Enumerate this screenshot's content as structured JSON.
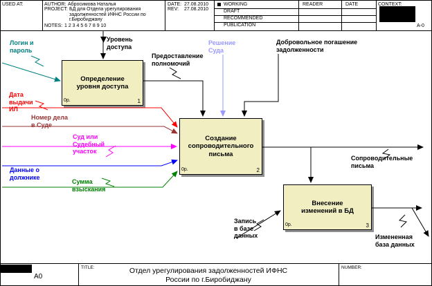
{
  "kit_header": {
    "used_at_label": "USED AT:",
    "author_label": "AUTHOR:",
    "author": "Абросимова Наталья",
    "project_label": "PROJECT:",
    "project": "БД для Отдела урегулирования\nзадолженностей ИФНС России по\nг.Биробиджану",
    "notes_label": "NOTES:",
    "notes": "1 2 3 4 5 6 7 8 9 10",
    "date_label": "DATE:",
    "date": "27.08.2010",
    "rev_label": "REV:",
    "rev": "27.08.2010",
    "statuses": [
      "WORKING",
      "DRAFT",
      "RECOMMENDED",
      "PUBLICATION"
    ],
    "reader_label": "READER",
    "reader_date_label": "DATE",
    "context_label": "CONTEXT:",
    "context_ref": "A-0"
  },
  "diagram": {
    "boxes": [
      {
        "title": "Определение\nуровня доступа",
        "cost": "0р.",
        "number": "1"
      },
      {
        "title": "Создание\nсопроводительного\nписьма",
        "cost": "0р.",
        "number": "2"
      },
      {
        "title": "Внесение\nизменений в БД",
        "cost": "0р.",
        "number": "3"
      }
    ],
    "arrow_labels": [
      {
        "id": "login-password",
        "text": "Логин и\nпароль",
        "color": "#008080"
      },
      {
        "id": "access-level",
        "text": "Уровень\nдоступа",
        "color": "#000000"
      },
      {
        "id": "granting-authority",
        "text": "Предоставление\nполномочий",
        "color": "#000000"
      },
      {
        "id": "court-decision",
        "text": "Решение\nСуда",
        "color": "#9999FF"
      },
      {
        "id": "voluntary-repayment",
        "text": "Добровольное погашение\nзадолженности",
        "color": "#000000"
      },
      {
        "id": "writ-issue-date",
        "text": "Дата\nвыдачи\nИЛ",
        "color": "#FF0000"
      },
      {
        "id": "court-case-number",
        "text": "Номер дела\nв Суде",
        "color": "#993333"
      },
      {
        "id": "court-or-district",
        "text": "Суд или\nСудебный\nучасток",
        "color": "#FF00FF"
      },
      {
        "id": "debtor-data",
        "text": "Данные о\nдолжнике",
        "color": "#0000FF"
      },
      {
        "id": "recovery-amount",
        "text": "Сумма\nвзыскания",
        "color": "#008000"
      },
      {
        "id": "cover-letters",
        "text": "Сопроводительные\nписьма",
        "color": "#000000"
      },
      {
        "id": "db-record",
        "text": "Запись\nв базе\nданных",
        "color": "#000000"
      },
      {
        "id": "changed-database",
        "text": "Измененная\nбаза данных",
        "color": "#000000"
      }
    ]
  },
  "footer": {
    "node_value": "А0",
    "title_label": "TITLE:",
    "title": "Отдел урегулирования задолженностей ИФНС\nРоссии по г.Биробиджану",
    "number_label": "NUMBER:"
  },
  "colors": {
    "box_fill": "#F1EFC2",
    "box_shadow": "#8F8F8F",
    "frame_line": "#000000",
    "redaction": "#000000"
  }
}
